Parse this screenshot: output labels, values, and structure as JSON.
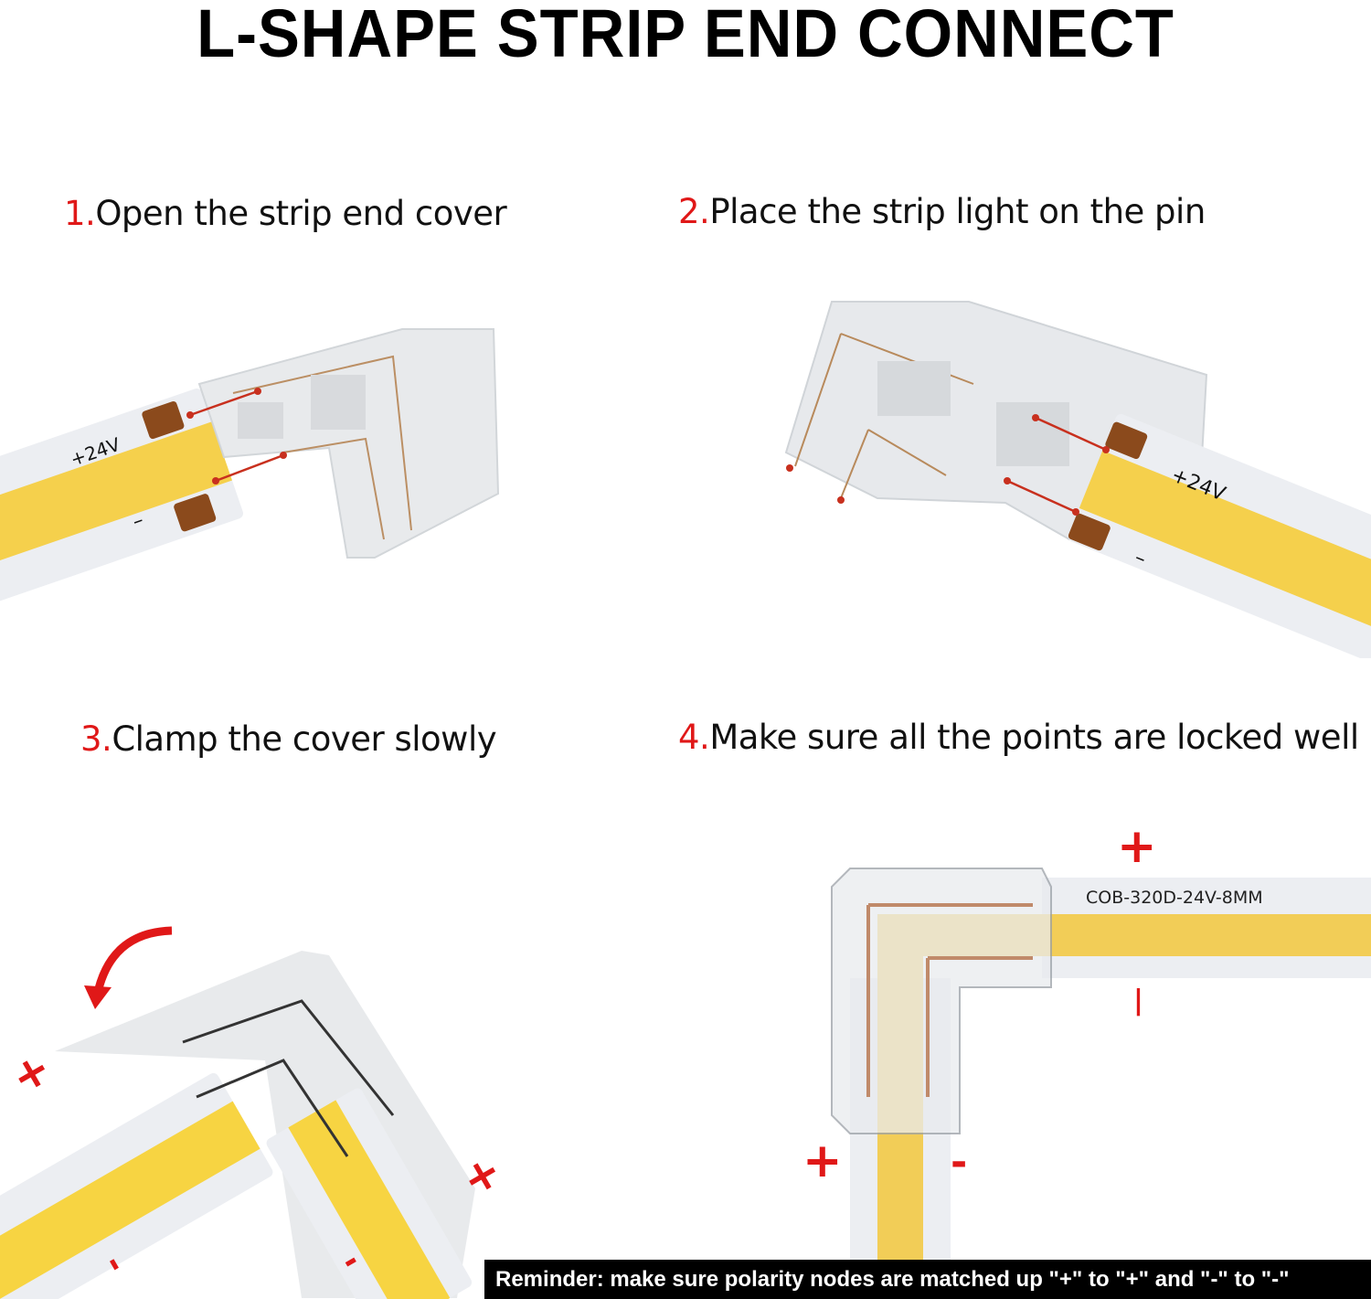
{
  "title": "L-SHAPE STRIP END CONNECT",
  "steps": [
    {
      "num": "1.",
      "text": "Open the strip end cover"
    },
    {
      "num": "2.",
      "text": "Place the strip light on the pin"
    },
    {
      "num": "3.",
      "text": "Clamp the cover slowly"
    },
    {
      "num": "4.",
      "text": "Make sure all the points are locked well"
    }
  ],
  "labels": {
    "voltage_plus": "+24V",
    "minus": "–",
    "strip_model": "COB-320D-24V-8MM",
    "plus_mark": "+",
    "minus_mark": "-"
  },
  "reminder": "Reminder: make sure polarity nodes are matched up \"+\" to \"+\" and \"-\" to \"-\"",
  "colors": {
    "accent_red": "#e01818",
    "strip_yellow": "#f7d24a",
    "strip_white": "#eceef2",
    "copper": "#8b4a1c"
  }
}
